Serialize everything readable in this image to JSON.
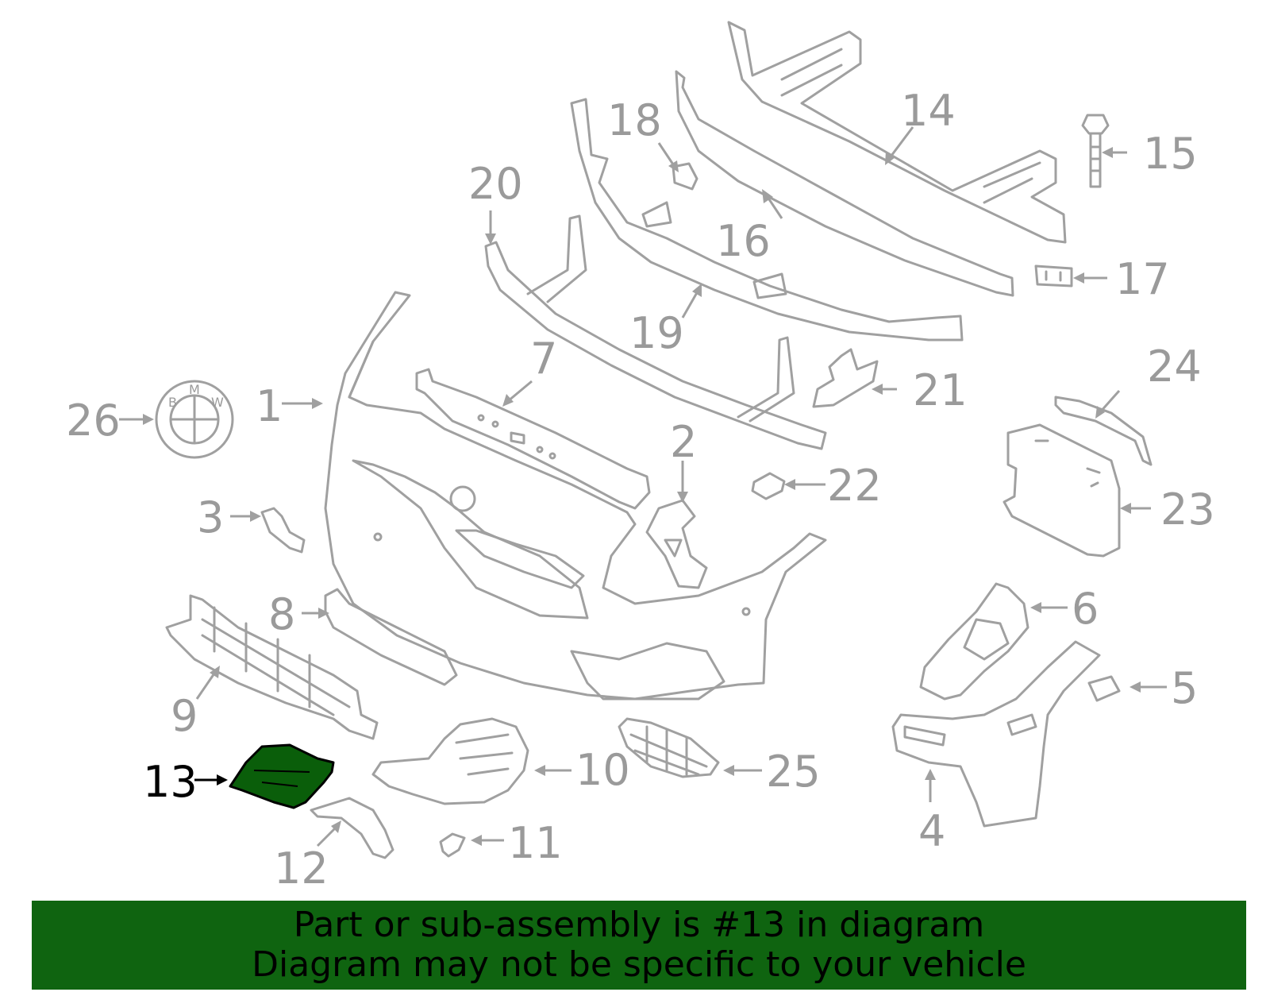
{
  "highlighted_part": "13",
  "callouts": [
    {
      "id": "1",
      "label": "1"
    },
    {
      "id": "2",
      "label": "2"
    },
    {
      "id": "3",
      "label": "3"
    },
    {
      "id": "4",
      "label": "4"
    },
    {
      "id": "5",
      "label": "5"
    },
    {
      "id": "6",
      "label": "6"
    },
    {
      "id": "7",
      "label": "7"
    },
    {
      "id": "8",
      "label": "8"
    },
    {
      "id": "9",
      "label": "9"
    },
    {
      "id": "10",
      "label": "10"
    },
    {
      "id": "11",
      "label": "11"
    },
    {
      "id": "12",
      "label": "12"
    },
    {
      "id": "13",
      "label": "13"
    },
    {
      "id": "14",
      "label": "14"
    },
    {
      "id": "15",
      "label": "15"
    },
    {
      "id": "16",
      "label": "16"
    },
    {
      "id": "17",
      "label": "17"
    },
    {
      "id": "18",
      "label": "18"
    },
    {
      "id": "19",
      "label": "19"
    },
    {
      "id": "20",
      "label": "20"
    },
    {
      "id": "21",
      "label": "21"
    },
    {
      "id": "22",
      "label": "22"
    },
    {
      "id": "23",
      "label": "23"
    },
    {
      "id": "24",
      "label": "24"
    },
    {
      "id": "25",
      "label": "25"
    },
    {
      "id": "26",
      "label": "26"
    }
  ],
  "emblem": {
    "letters": [
      "B",
      "M",
      "W"
    ]
  },
  "banner": {
    "line1": "Part or sub-assembly is #13 in diagram",
    "line2": "Diagram may not be specific to your vehicle",
    "color": "#0f6410"
  },
  "colors": {
    "highlight_fill": "#0a5e0a",
    "line": "#a0a0a0"
  }
}
